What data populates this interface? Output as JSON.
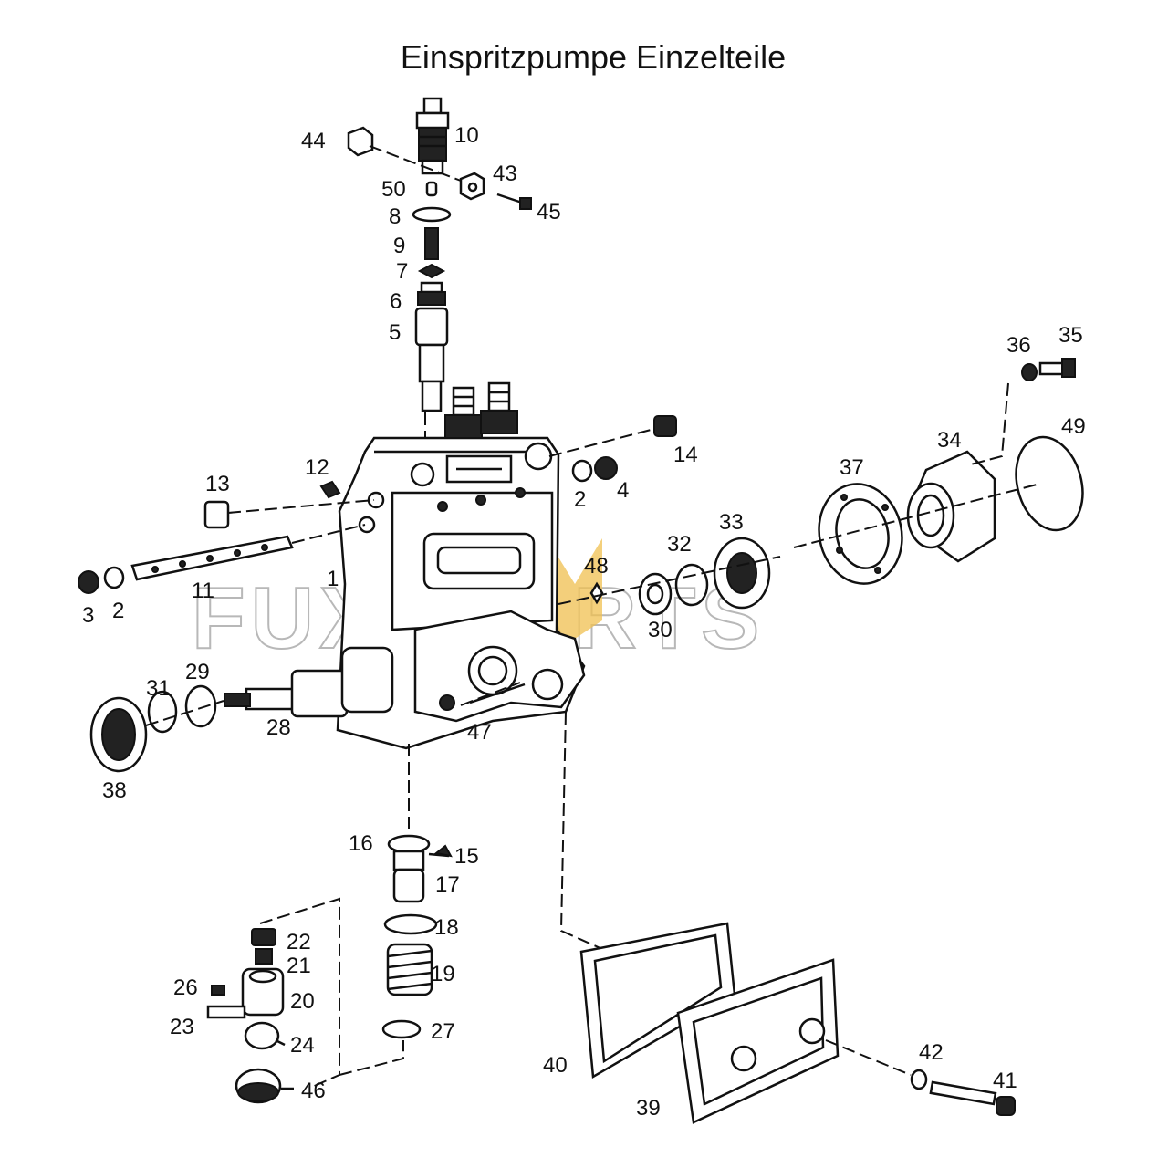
{
  "title": "Einspritzpumpe Einzelteile",
  "watermark": {
    "text": "FUXXPARTS",
    "color": "#f0c050"
  },
  "callouts": [
    "1",
    "2",
    "2",
    "3",
    "4",
    "5",
    "6",
    "7",
    "8",
    "9",
    "10",
    "11",
    "12",
    "13",
    "14",
    "15",
    "16",
    "17",
    "18",
    "19",
    "20",
    "21",
    "22",
    "23",
    "24",
    "26",
    "27",
    "28",
    "29",
    "30",
    "31",
    "32",
    "33",
    "34",
    "35",
    "36",
    "37",
    "38",
    "39",
    "40",
    "41",
    "42",
    "43",
    "44",
    "45",
    "46",
    "47",
    "48",
    "49",
    "50"
  ]
}
